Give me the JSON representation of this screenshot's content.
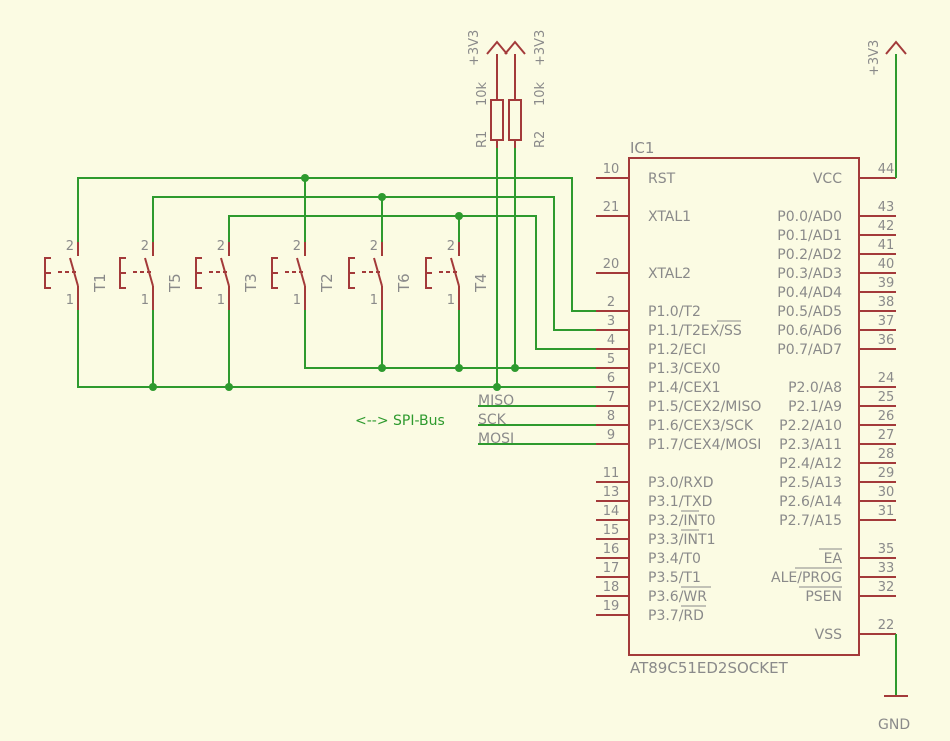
{
  "ic": {
    "ref": "IC1",
    "part": "AT89C51ED2SOCKET",
    "left_pins": [
      {
        "num": "10",
        "name": "RST"
      },
      {
        "num": "21",
        "name": "XTAL1"
      },
      {
        "num": "20",
        "name": "XTAL2"
      },
      {
        "num": "2",
        "name": "P1.0/T2"
      },
      {
        "num": "3",
        "name": "P1.1/T2EX/SS"
      },
      {
        "num": "4",
        "name": "P1.2/ECI"
      },
      {
        "num": "5",
        "name": "P1.3/CEX0"
      },
      {
        "num": "6",
        "name": "P1.4/CEX1"
      },
      {
        "num": "7",
        "name": "P1.5/CEX2/MISO"
      },
      {
        "num": "8",
        "name": "P1.6/CEX3/SCK"
      },
      {
        "num": "9",
        "name": "P1.7/CEX4/MOSI"
      },
      {
        "num": "11",
        "name": "P3.0/RXD"
      },
      {
        "num": "13",
        "name": "P3.1/TXD"
      },
      {
        "num": "14",
        "name": "P3.2/INT0"
      },
      {
        "num": "15",
        "name": "P3.3/INT1"
      },
      {
        "num": "16",
        "name": "P3.4/T0"
      },
      {
        "num": "17",
        "name": "P3.5/T1"
      },
      {
        "num": "18",
        "name": "P3.6/WR"
      },
      {
        "num": "19",
        "name": "P3.7/RD"
      }
    ],
    "right_pins": [
      {
        "num": "44",
        "name": "VCC"
      },
      {
        "num": "43",
        "name": "P0.0/AD0"
      },
      {
        "num": "42",
        "name": "P0.1/AD1"
      },
      {
        "num": "41",
        "name": "P0.2/AD2"
      },
      {
        "num": "40",
        "name": "P0.3/AD3"
      },
      {
        "num": "39",
        "name": "P0.4/AD4"
      },
      {
        "num": "38",
        "name": "P0.5/AD5"
      },
      {
        "num": "37",
        "name": "P0.6/AD6"
      },
      {
        "num": "36",
        "name": "P0.7/AD7"
      },
      {
        "num": "24",
        "name": "P2.0/A8"
      },
      {
        "num": "25",
        "name": "P2.1/A9"
      },
      {
        "num": "26",
        "name": "P2.2/A10"
      },
      {
        "num": "27",
        "name": "P2.3/A11"
      },
      {
        "num": "28",
        "name": "P2.4/A12"
      },
      {
        "num": "29",
        "name": "P2.5/A13"
      },
      {
        "num": "30",
        "name": "P2.6/A14"
      },
      {
        "num": "31",
        "name": "P2.7/A15"
      },
      {
        "num": "35",
        "name": "EA"
      },
      {
        "num": "33",
        "name": "ALE/PROG"
      },
      {
        "num": "32",
        "name": "PSEN"
      },
      {
        "num": "22",
        "name": "VSS"
      }
    ]
  },
  "switches": [
    {
      "ref": "T1",
      "pin_top": "2",
      "pin_bottom": "1"
    },
    {
      "ref": "T5",
      "pin_top": "2",
      "pin_bottom": "1"
    },
    {
      "ref": "T3",
      "pin_top": "2",
      "pin_bottom": "1"
    },
    {
      "ref": "T2",
      "pin_top": "2",
      "pin_bottom": "1"
    },
    {
      "ref": "T6",
      "pin_top": "2",
      "pin_bottom": "1"
    },
    {
      "ref": "T4",
      "pin_top": "2",
      "pin_bottom": "1"
    }
  ],
  "resistors": [
    {
      "ref": "R1",
      "value": "10k"
    },
    {
      "ref": "R2",
      "value": "10k"
    }
  ],
  "supplies": [
    {
      "label": "+3V3"
    },
    {
      "label": "+3V3"
    },
    {
      "label": "+3V3"
    }
  ],
  "ground": {
    "label": "GND"
  },
  "nets": {
    "miso": "MISO",
    "sck": "SCK",
    "mosi": "MOSI"
  },
  "spi_bus_label": "<--> SPI-Bus",
  "colors": {
    "background": "#fbfbe3",
    "wire": "#2e9a2e",
    "symbol": "#a33a3a",
    "text": "#8a8a8a"
  }
}
